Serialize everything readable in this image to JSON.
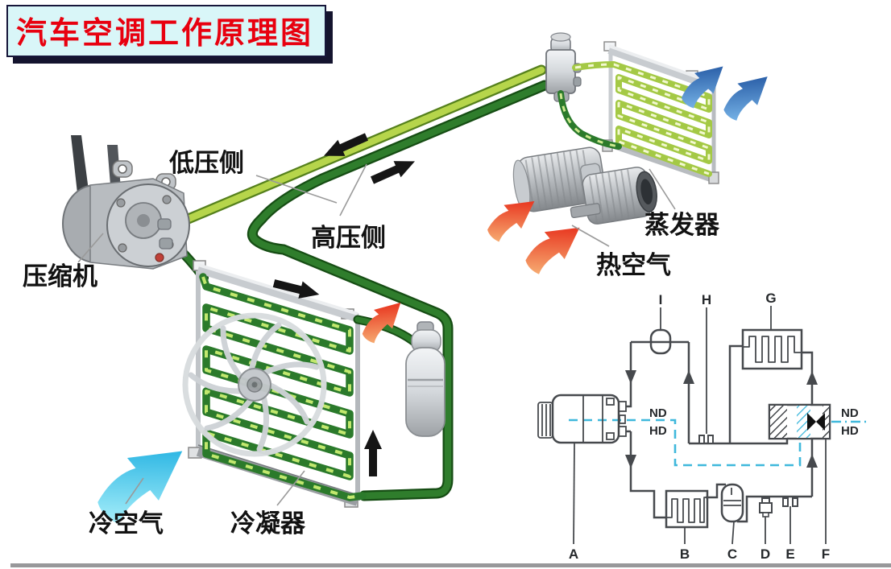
{
  "title": "汽车空调工作原理图",
  "illustration": {
    "labels": {
      "compressor": "压缩机",
      "low_pressure_side": "低压侧",
      "high_pressure_side": "高压侧",
      "evaporator": "蒸发器",
      "hot_air": "热空气",
      "condenser": "冷凝器",
      "cold_air": "冷空气"
    }
  },
  "schematic": {
    "letters": {
      "A": "A",
      "B": "B",
      "C": "C",
      "D": "D",
      "E": "E",
      "F": "F",
      "G": "G",
      "H": "H",
      "I": "I"
    },
    "pressure": {
      "nd": "ND",
      "hd": "HD"
    }
  },
  "colors": {
    "title_red": "#e8000f",
    "title_bg": "#d9f6f8",
    "low_pressure_green": "#b6d54b",
    "high_pressure_green": "#2f7d2c",
    "boundary_cyan": "#3fb8dc",
    "hot_air_red": "#e8281c",
    "cold_air_blue": "#2a62b0",
    "cool_air_cyan": "#25c0e8"
  }
}
